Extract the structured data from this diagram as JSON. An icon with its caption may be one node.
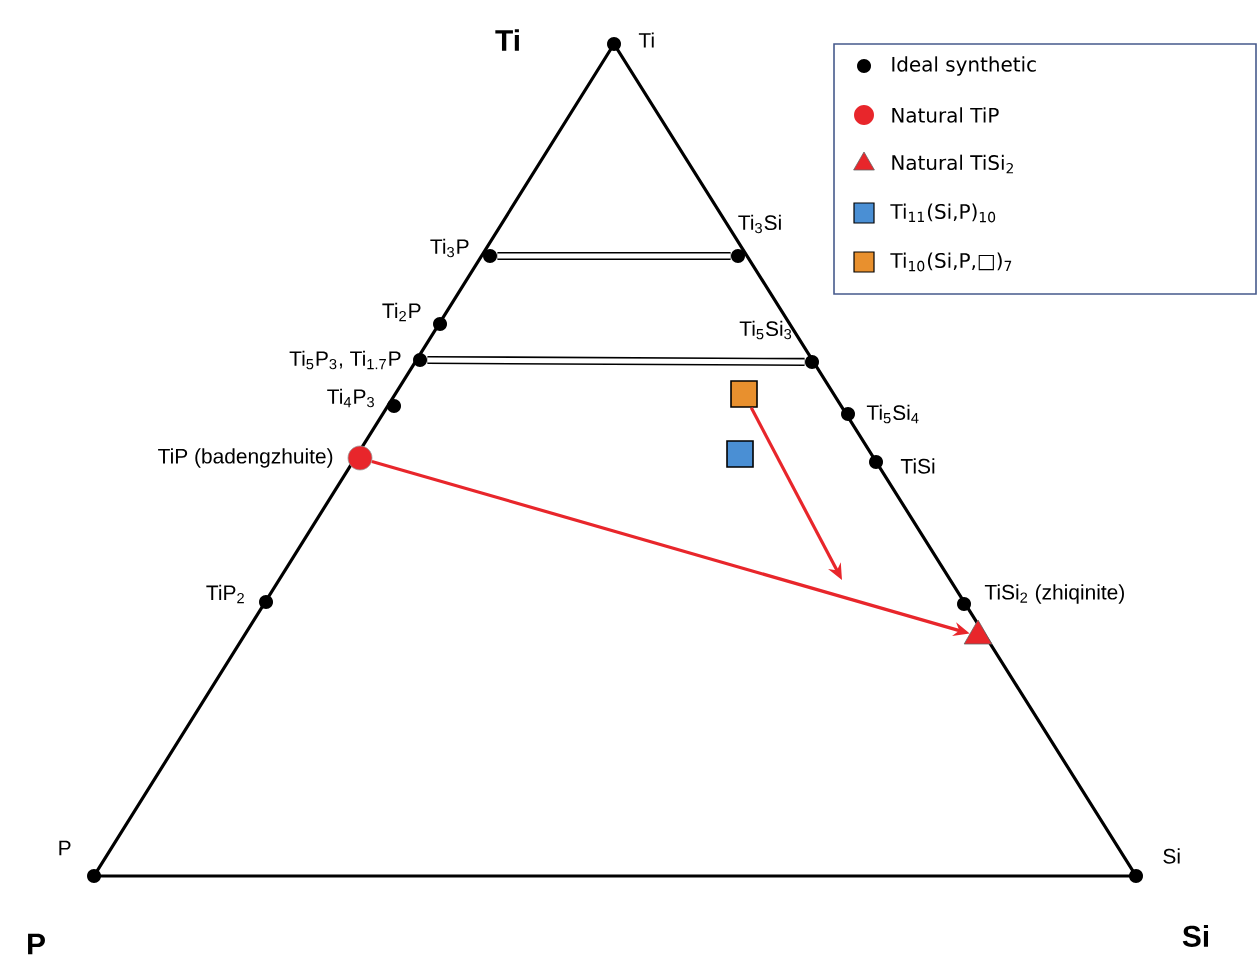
{
  "diagram": {
    "nodes": [
      {
        "text": [],
        "shape": "circle",
        "beside": [
          "Ti"
        ]
      },
      {
        "text": [],
        "shape": "circle",
        "beside": [
          "Ti$_{3}$P"
        ]
      },
      {
        "text": [],
        "shape": "circle",
        "beside": [
          "Ti$_{3}$Si"
        ]
      },
      {
        "text": [],
        "shape": "circle",
        "beside": [
          "Ti$_{2}$P"
        ]
      },
      {
        "text": [],
        "shape": "circle",
        "beside": [
          "Ti$_{5}$P$_{3}$, Ti$_{1.7}$P"
        ]
      },
      {
        "text": [],
        "shape": "circle",
        "beside": [
          "Ti$_{5}$Si$_{3}$"
        ]
      },
      {
        "text": [],
        "shape": "box"
      },
      {
        "text": [],
        "shape": "circle",
        "beside": [
          "Ti$_{4}$P$_{3}$"
        ]
      },
      {
        "text": [],
        "shape": "circle",
        "beside": [
          "Ti$_{5}$Si$_{4}$"
        ]
      },
      {
        "text": [],
        "shape": "box"
      },
      {
        "text": [],
        "shape": "circle",
        "beside": [
          "TiP (badengzhuite)"
        ]
      },
      {
        "text": [],
        "shape": "circle",
        "beside": [
          "TiSi"
        ]
      },
      {
        "text": [],
        "shape": "circle",
        "beside": [
          "TiP$_{2}$"
        ]
      },
      {
        "text": [],
        "shape": "circle",
        "beside": [
          "TiSi$_{2}$ (zhiqinite)"
        ]
      },
      {
        "text": [],
        "shape": "triangle"
      },
      {
        "text": [],
        "shape": "circle",
        "beside": [
          "P"
        ]
      },
      {
        "text": [],
        "shape": "circle",
        "beside": [
          "Si"
        ]
      }
    ],
    "edges": [
      {
        "from": 1,
        "to": 2,
        "arrow": "none",
        "style": "thick"
      },
      {
        "from": 4,
        "to": 5,
        "arrow": "none",
        "style": "thick"
      },
      {
        "from": 10,
        "to": 14,
        "arrow": "to",
        "color": "#e8262b"
      },
      {
        "from": 6,
        "to": null,
        "arrow": "to",
        "color": "#e8262b"
      }
    ],
    "labels": [
      "Ti",
      "P",
      "Si"
    ],
    "legend": [
      {
        "text": "Ideal synthetic"
      },
      {
        "text": "Natural TiP"
      },
      {
        "text": "Natural TiSi$_{2}$"
      },
      {
        "text": "Ti$_{11}$(Si,P)$_{10}$",
        "color": "#4a8fd4"
      },
      {
        "text": "Ti$_{10}$(Si,P,□)$_{7}$",
        "color": "#e8902e"
      }
    ]
  }
}
